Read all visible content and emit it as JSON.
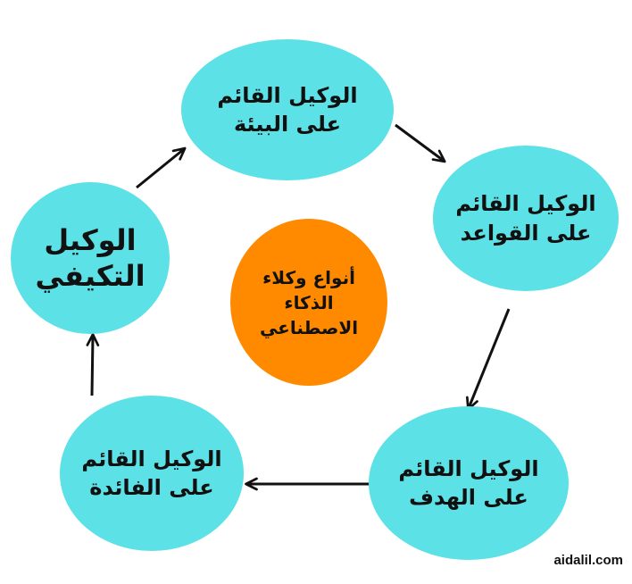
{
  "center": {
    "lines": [
      "أنواع وكلاء",
      "الذكاء",
      "الاصطناعي"
    ],
    "color": "#ff8a00"
  },
  "nodes": {
    "environment": {
      "lines": [
        "الوكيل القائم",
        "على البيئة"
      ]
    },
    "rules": {
      "lines": [
        "الوكيل القائم",
        "على القواعد"
      ]
    },
    "goal": {
      "lines": [
        "الوكيل القائم",
        "على الهدف"
      ]
    },
    "utility": {
      "lines": [
        "الوكيل القائم",
        "على الفائدة"
      ]
    },
    "adaptive": {
      "lines": [
        "الوكيل",
        "التكيفي"
      ]
    }
  },
  "colors": {
    "node": "#5ce1e6",
    "arrow": "#111111",
    "text": "#111111"
  },
  "edges": [
    {
      "from": "environment",
      "to": "rules"
    },
    {
      "from": "rules",
      "to": "goal"
    },
    {
      "from": "goal",
      "to": "utility"
    },
    {
      "from": "utility",
      "to": "adaptive"
    },
    {
      "from": "adaptive",
      "to": "environment"
    }
  ],
  "watermark": "aidalil.com"
}
